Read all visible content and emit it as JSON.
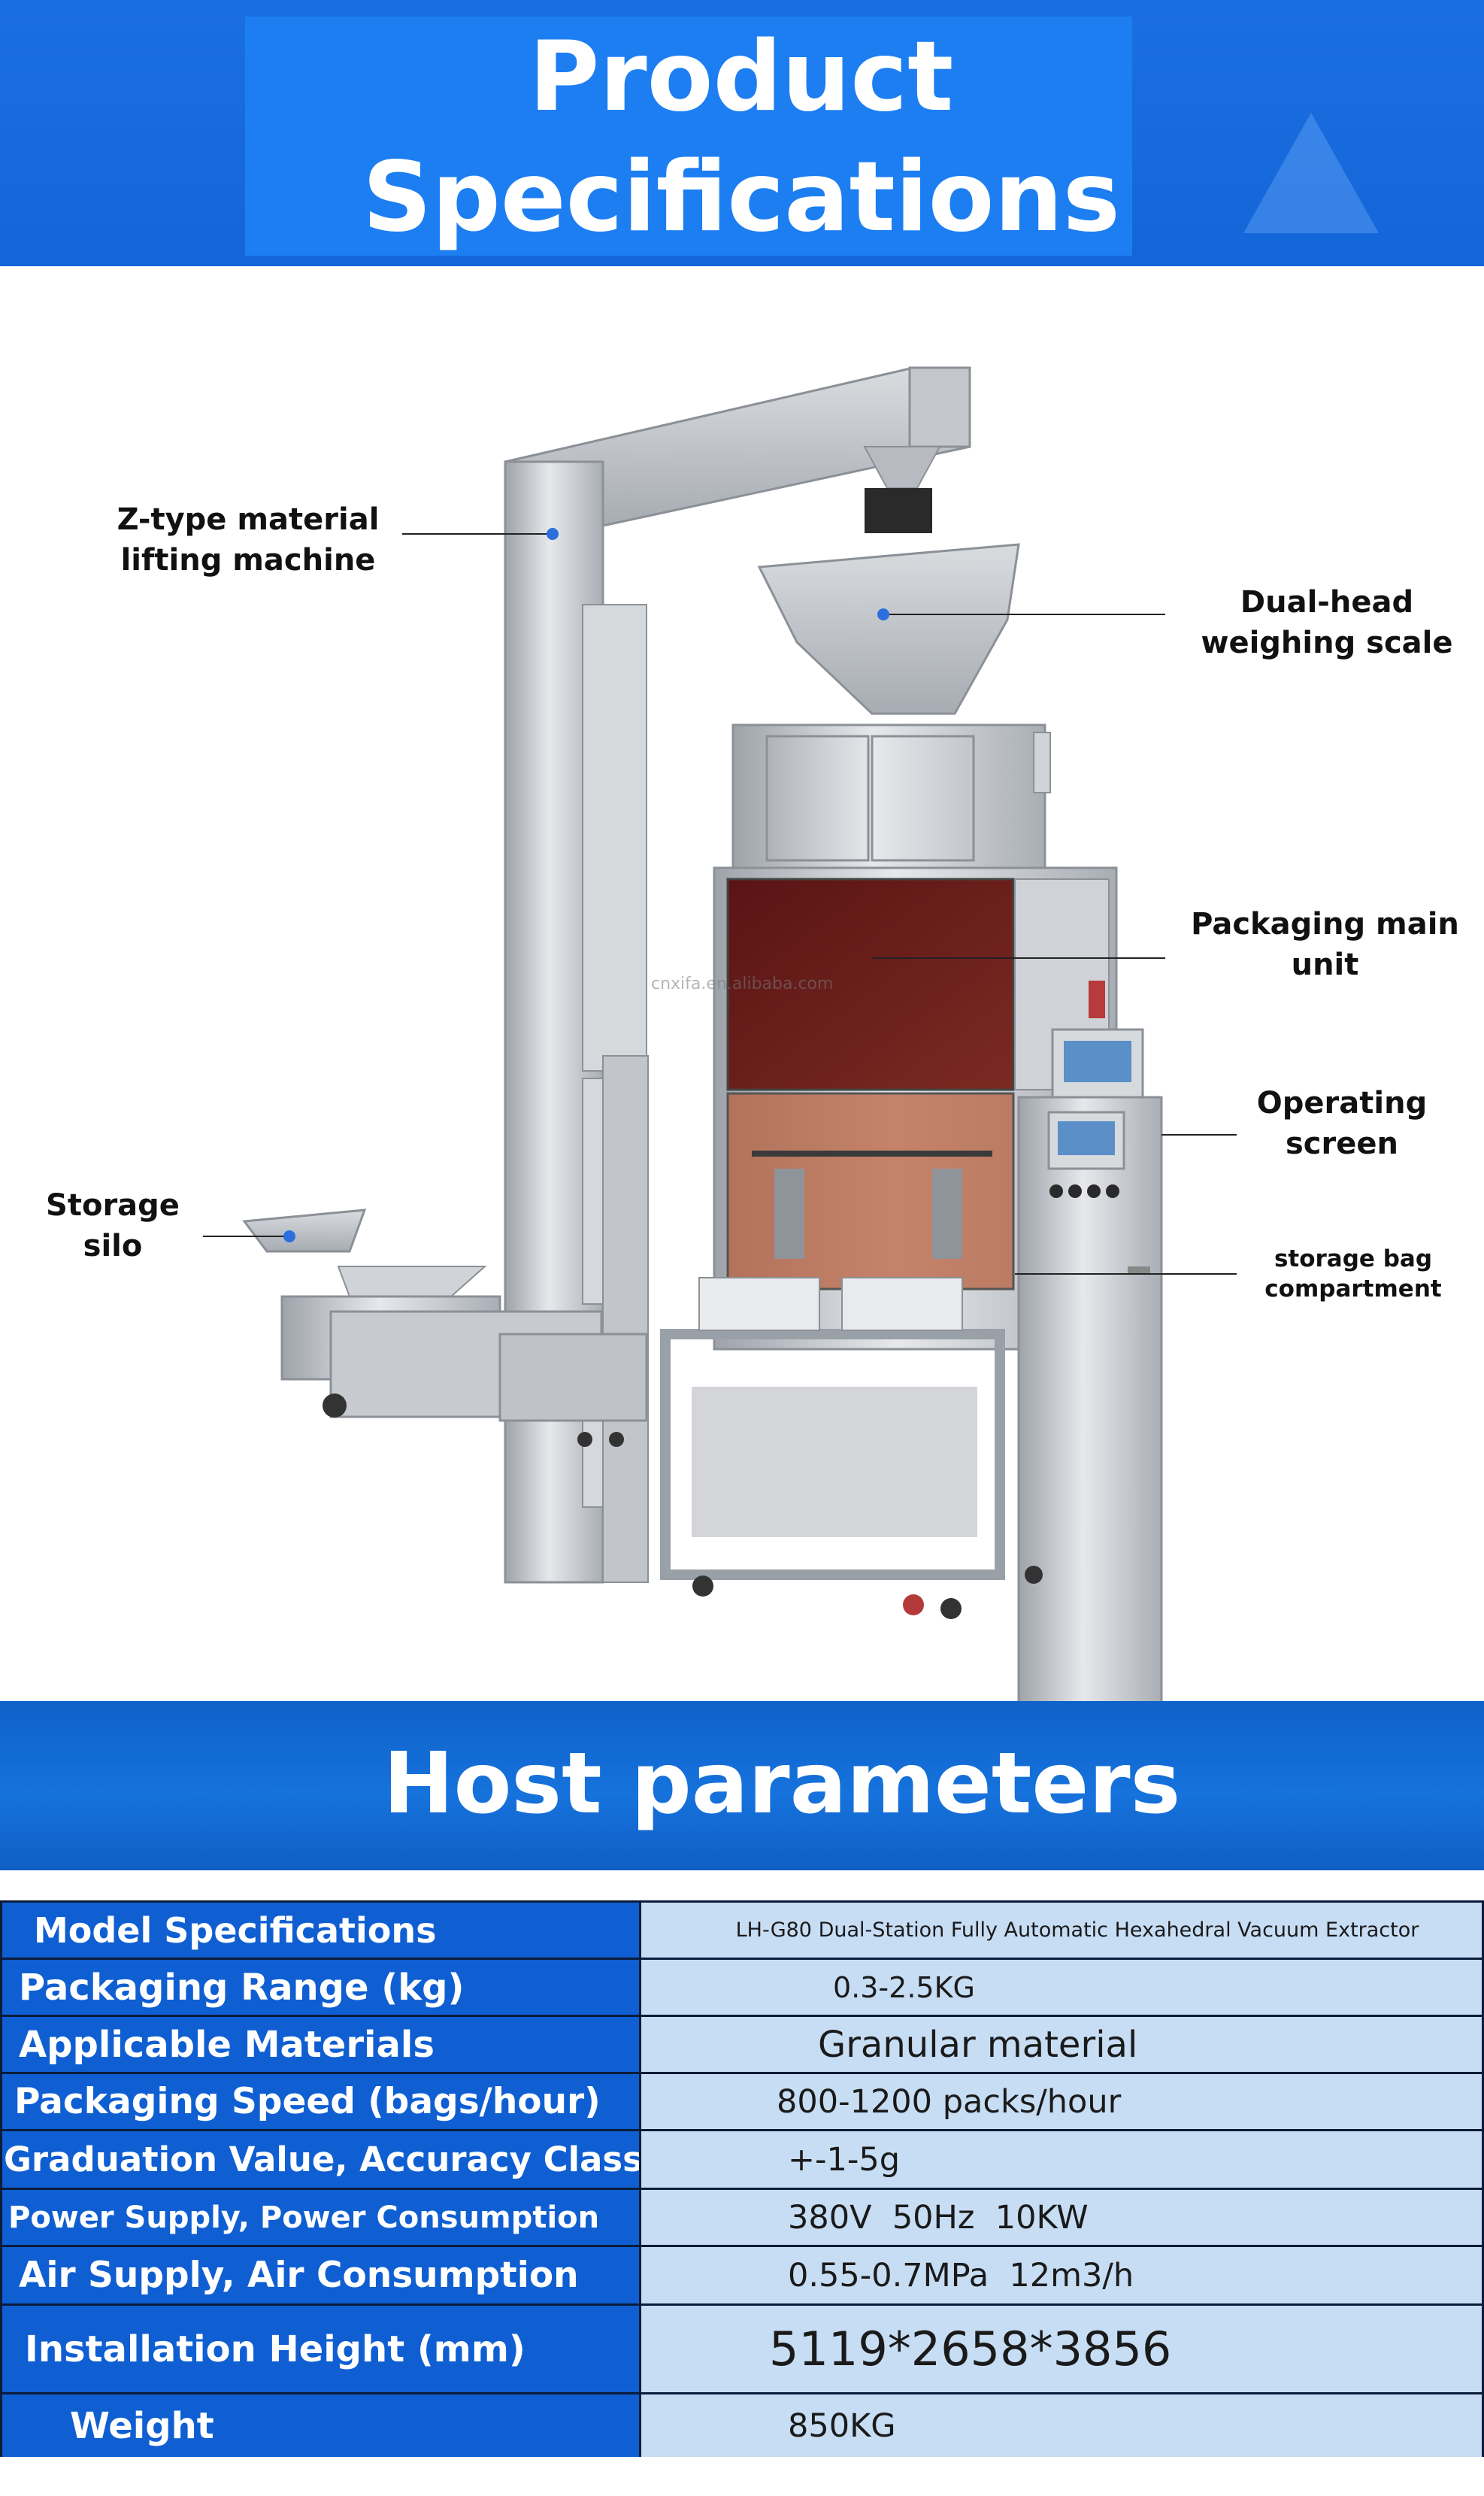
{
  "banner": {
    "title_line1": "Product",
    "title_line2": "Specifications"
  },
  "figure": {
    "callouts": {
      "z_type_line1": "Z-type material",
      "z_type_line2": "lifting machine",
      "dual_head_line1": "Dual-head",
      "dual_head_line2": "weighing scale",
      "packaging_line1": "Packaging main",
      "packaging_line2": "unit",
      "operating_line1": "Operating",
      "operating_line2": "screen",
      "storage_silo_line1": "Storage",
      "storage_silo_line2": "silo",
      "bag_compartment_line1": "storage bag",
      "bag_compartment_line2": "compartment"
    },
    "watermark": "cnxifa.en.alibaba.com",
    "colors": {
      "accent_dot": "#2a6fdb",
      "steel": "#c9ccd1",
      "window_red": "#6a1a1a"
    }
  },
  "host": {
    "title": "Host parameters",
    "rows": [
      {
        "label": "Model Specifications",
        "value": "LH-G80 Dual-Station Fully Automatic Hexahedral Vacuum Extractor"
      },
      {
        "label": "Packaging Range (kg)",
        "value": "0.3-2.5KG"
      },
      {
        "label": "Applicable Materials",
        "value": "Granular material"
      },
      {
        "label": "Packaging Speed (bags/hour)",
        "value": "800-1200 packs/hour"
      },
      {
        "label": "Graduation Value, Accuracy Class",
        "value": "+-1-5g"
      },
      {
        "label": "Power Supply, Power Consumption",
        "value": "380V  50Hz  10KW"
      },
      {
        "label": "Air Supply, Air Consumption",
        "value": "0.55-0.7MPa  12m3/h"
      },
      {
        "label": "Installation Height (mm)",
        "value": "5119*2658*3856"
      },
      {
        "label": "Weight",
        "value": "850KG"
      }
    ]
  }
}
